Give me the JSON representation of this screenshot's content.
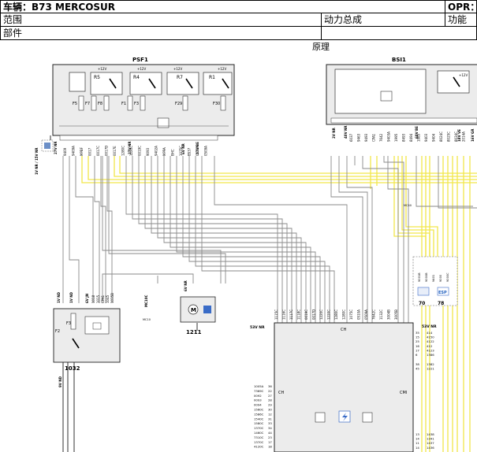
{
  "header": {
    "vehicle": "车辆：B73 MERCOSUR",
    "opr": "OPR：",
    "scope_label": "范围",
    "powertrain": "动力总成",
    "function_label": "功能",
    "component_label": "部件",
    "principle_label": "原理"
  },
  "modules": {
    "psf1": "PSF1",
    "bsi1": "BSI1",
    "m1211": "1211",
    "m1032": "1032",
    "ecu_ch_top": "CH",
    "ecu_ch_left": "CH",
    "ecu_cmi": "CMI",
    "ecu_label": "53V NR",
    "right_label": "53V NR"
  },
  "relays": {
    "r5": "R5",
    "r4": "R4",
    "r7": "R7",
    "r1": "R1",
    "v12a": "+12V",
    "v12b": "+12V",
    "v12c": "+12V",
    "v12d": "+12V",
    "v12e": "+12V"
  },
  "fuses": {
    "f5": "F5",
    "f7": "F7",
    "f8": "F8",
    "f1": "F1",
    "f3": "F3",
    "f29": "F29",
    "f30": "F30",
    "f2": "F2",
    "f3b": "F3"
  },
  "connectors": {
    "psf_left": "27V NR",
    "psf_mid": "27V NR",
    "psf_6v": "6V NR",
    "psf_be": "27V BE",
    "mc_left": "1V NR / 15V NR",
    "bsi_2v": "2V NR",
    "bsi_40v": "40V NR",
    "bsi_60v": "60V BE",
    "bsi_18v": "18V VE",
    "bsi_16v": "16V GR",
    "m1032_a": "1V ND",
    "m1032_b": "1V ND",
    "m1032_c": "6V JN",
    "m1032_d": "9V ND",
    "m1211_con": "6V NR",
    "mc10": "MC10"
  },
  "wires_psf": [
    "9409",
    "9409A",
    "MPBF",
    "0017",
    "0017C",
    "0017D",
    "0017E",
    "1280C",
    "1220C",
    "0019C",
    "9093",
    "9402A",
    "MPPA",
    "BHC",
    "1075C",
    "BS37",
    "0510A",
    "0509A"
  ],
  "wires_bsi": [
    "6037",
    "9463",
    "9493",
    "CPA1",
    "7642",
    "9403A",
    "1995",
    "8493",
    "8494",
    "1985",
    "9403",
    "9404",
    "8024C",
    "8025C",
    "8034C",
    "2014A"
  ],
  "wires_1032": [
    "1018",
    "1015",
    "CPA1",
    "1045",
    "1035B"
  ],
  "wires_ecu_vert": [
    "1115C",
    "1116C",
    "1117C",
    "1118C",
    "0019C",
    "0017D",
    "1220C",
    "1220C",
    "1280C",
    "1280C",
    "1075C",
    "0510A",
    "0509A",
    "7642C",
    "1132C",
    "3004B",
    "3005B"
  ],
  "ecu_pins_left": [
    {
      "code": "1005A",
      "pin": "36"
    },
    {
      "code": "7369C",
      "pin": "22"
    },
    {
      "code": "0092",
      "pin": "27"
    },
    {
      "code": "0093",
      "pin": "28"
    },
    {
      "code": "0094",
      "pin": "29"
    },
    {
      "code": "1560C",
      "pin": "30"
    },
    {
      "code": "1586C",
      "pin": "12"
    },
    {
      "code": "1540C",
      "pin": "31"
    },
    {
      "code": "1580C",
      "pin": "33"
    },
    {
      "code": "1370C",
      "pin": "34"
    },
    {
      "code": "1460C",
      "pin": "44"
    },
    {
      "code": "7310C",
      "pin": "23"
    },
    {
      "code": "1370C",
      "pin": "17"
    },
    {
      "code": "4120C",
      "pin": "18"
    }
  ],
  "ecu_pins_right": [
    {
      "pin": "35",
      "code": "414"
    },
    {
      "pin": "15",
      "code": "4150"
    },
    {
      "pin": "25",
      "code": "4122"
    },
    {
      "pin": "16",
      "code": "412"
    },
    {
      "pin": "17",
      "code": "4123"
    },
    {
      "pin": "6",
      "code": "1386"
    },
    {
      "pin": "38",
      "code": "1382"
    },
    {
      "pin": "45",
      "code": "1221"
    },
    {
      "pin": "13",
      "code": "1438"
    },
    {
      "pin": "14",
      "code": "1341"
    },
    {
      "pin": "11",
      "code": "1437"
    },
    {
      "pin": "14",
      "code": "1436"
    }
  ],
  "subblock": {
    "codes": [
      "9001B",
      "9000B",
      "9401",
      "9000",
      "9000C"
    ],
    "left_ref": "70",
    "right_ref": "78",
    "esp": "ESP"
  },
  "misc": {
    "mc40": "MC40",
    "mc10c": "MC10C",
    "conn_1211": "6V NR"
  }
}
